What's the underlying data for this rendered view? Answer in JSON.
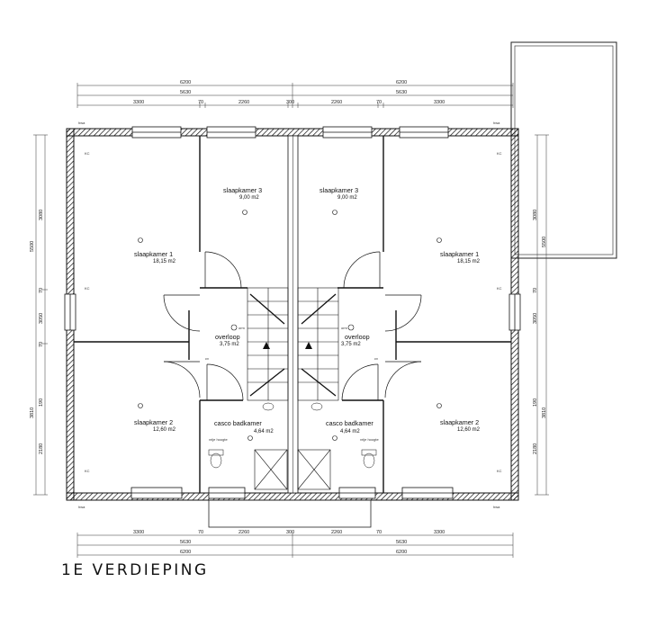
{
  "title": "1E VERDIEPING",
  "dimensions": {
    "total": "6200",
    "inner": "5630",
    "segment_large": "3300",
    "segment_wall": "70",
    "segment_small": "2260",
    "center_wall": "300",
    "left_total": "5500",
    "left_top": "3080",
    "left_mid": "70",
    "left_lower": "3810",
    "left_bottom": "2180",
    "right_mid": "3050",
    "right_small": "190"
  },
  "labels": {
    "hwa": "hwa",
    "kc": "KC",
    "orm": "orm",
    "hoogte": "vrije hoogte",
    "cv": "cv"
  },
  "rooms": {
    "slaapkamer1_left": {
      "name": "slaapkamer 1",
      "area": "18,15 m2"
    },
    "slaapkamer1_right": {
      "name": "slaapkamer 1",
      "area": "18,15 m2"
    },
    "slaapkamer3_left": {
      "name": "slaapkamer 3",
      "area": "9,00 m2"
    },
    "slaapkamer3_right": {
      "name": "slaapkamer 3",
      "area": "9,00 m2"
    },
    "overloop_left": {
      "name": "overloop",
      "area": "3,75 m2"
    },
    "overloop_right": {
      "name": "overloop",
      "area": "3,75 m2"
    },
    "slaapkamer2_left": {
      "name": "slaapkamer 2",
      "area": "12,60 m2"
    },
    "slaapkamer2_right": {
      "name": "slaapkamer 2",
      "area": "12,60 m2"
    },
    "badkamer_left": {
      "name": "casco badkamer",
      "area": "4,64 m2"
    },
    "badkamer_right": {
      "name": "casco badkamer",
      "area": "4,64 m2"
    }
  }
}
